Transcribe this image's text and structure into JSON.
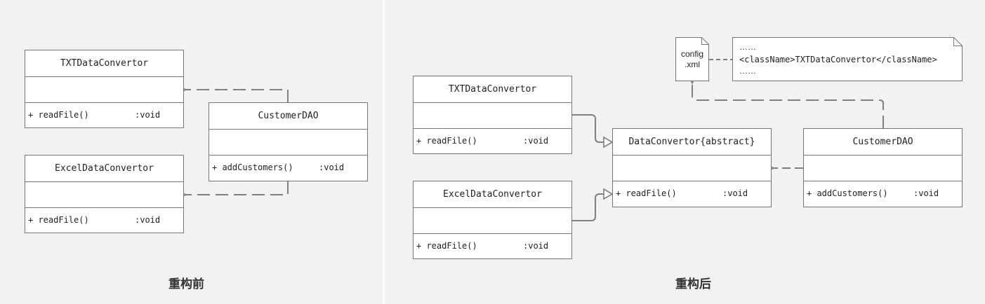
{
  "left": {
    "caption": "重构前",
    "txt": {
      "name": "TXTDataConvertor",
      "op": "+ readFile()",
      "type": ":void"
    },
    "excel": {
      "name": "ExcelDataConvertor",
      "op": "+ readFile()",
      "type": ":void"
    },
    "dao": {
      "name": "CustomerDAO",
      "op": "+ addCustomers()",
      "type": ":void"
    }
  },
  "right": {
    "caption": "重构后",
    "txt": {
      "name": "TXTDataConvertor",
      "op": "+ readFile()",
      "type": ":void"
    },
    "excel": {
      "name": "ExcelDataConvertor",
      "op": "+ readFile()",
      "type": ":void"
    },
    "abstract": {
      "name": "DataConvertor{abstract}",
      "op": "+ readFile()",
      "type": ":void"
    },
    "dao": {
      "name": "CustomerDAO",
      "op": "+ addCustomers()",
      "type": ":void"
    },
    "config": {
      "line1": "config",
      "line2": ".xml"
    },
    "xml_note": {
      "dots_top": "……",
      "code": "<className>TXTDataConvertor</className>",
      "dots_bottom": "……"
    }
  },
  "colors": {
    "background": "#f2f2f2",
    "box": "#ffffff",
    "border": "#777777",
    "connector": "#808080"
  }
}
